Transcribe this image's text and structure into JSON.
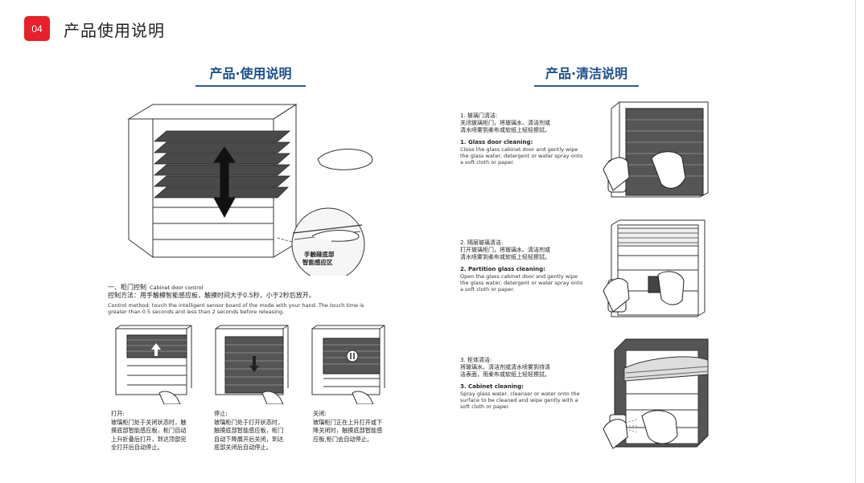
{
  "header": {
    "badge": "04",
    "title": "产品使用说明"
  },
  "usage": {
    "title": "产品·使用说明",
    "sensor_label_line1": "手触碰底部",
    "sensor_label_line2": "智能感应区",
    "section_heading": "一、柜门控制",
    "section_heading_en": "Cabinet door control",
    "method_cn": "控制方法：用手触模智能感应板，触摸时间大于0.5秒，小于2秒后放开。",
    "method_en_line1": "Control method: touch the intelligent sensor board of the mode with your hand. The touch time is",
    "method_en_line2": "greater than 0.5 seconds and less than 2 seconds before releasing.",
    "steps": [
      {
        "title": "打开:",
        "lines": [
          "玻璃柜门处于关闭状态时，触",
          "摸底部智能感应板，柜门自动",
          "上升折叠后打开，到达顶部完",
          "全打开后自动停止。"
        ]
      },
      {
        "title": "停止:",
        "lines": [
          "玻璃柜门处于打开状态时，",
          "触摸底部智能感应板，柜门",
          "自动下降展开后关闭，到达",
          "底部关闭后自动停止。"
        ]
      },
      {
        "title": "关闭:",
        "lines": [
          "玻璃柜门正在上升打开或下",
          "降关闭时，触摸底部智能感",
          "应板,柜门会自动停止。"
        ]
      }
    ]
  },
  "cleaning": {
    "title": "产品·清洁说明",
    "items": [
      {
        "cn_title": "1. 玻璃门清洁:",
        "cn_lines": [
          "关闭玻璃柜门，将玻璃水、清洁剂或",
          "清水喷雾到柔布或软纸上轻轻擦拭。"
        ],
        "en_title": "1.  Glass door cleaning:",
        "en_lines": [
          "Close the glass cabinet door and gently wipe",
          "the glass water, detergent or water spray onto",
          "a soft cloth or paper."
        ]
      },
      {
        "cn_title": "2. 隔层玻璃清洁:",
        "cn_lines": [
          "打开玻璃柜门，将玻璃水、清洁剂或",
          "清水喷雾到柔布或软纸上轻轻擦拭。"
        ],
        "en_title": "2.  Partition glass cleaning:",
        "en_lines": [
          "Open the glass cabinet door and gently wipe",
          "the glass water, detergent or water spray onto",
          "a soft cloth or paper."
        ]
      },
      {
        "cn_title": "3. 柜体清洁:",
        "cn_lines": [
          "将玻璃水、清洁剂或清水喷雾到待清",
          "洁表面，用柔布或软纸上轻轻擦拭。"
        ],
        "en_title": "3.  Cabinet cleaning:",
        "en_lines": [
          "Spray glass water, cleanser or water onto the",
          "surface to be cleaned and wipe gently with a",
          "soft cloth or paper."
        ]
      }
    ]
  }
}
